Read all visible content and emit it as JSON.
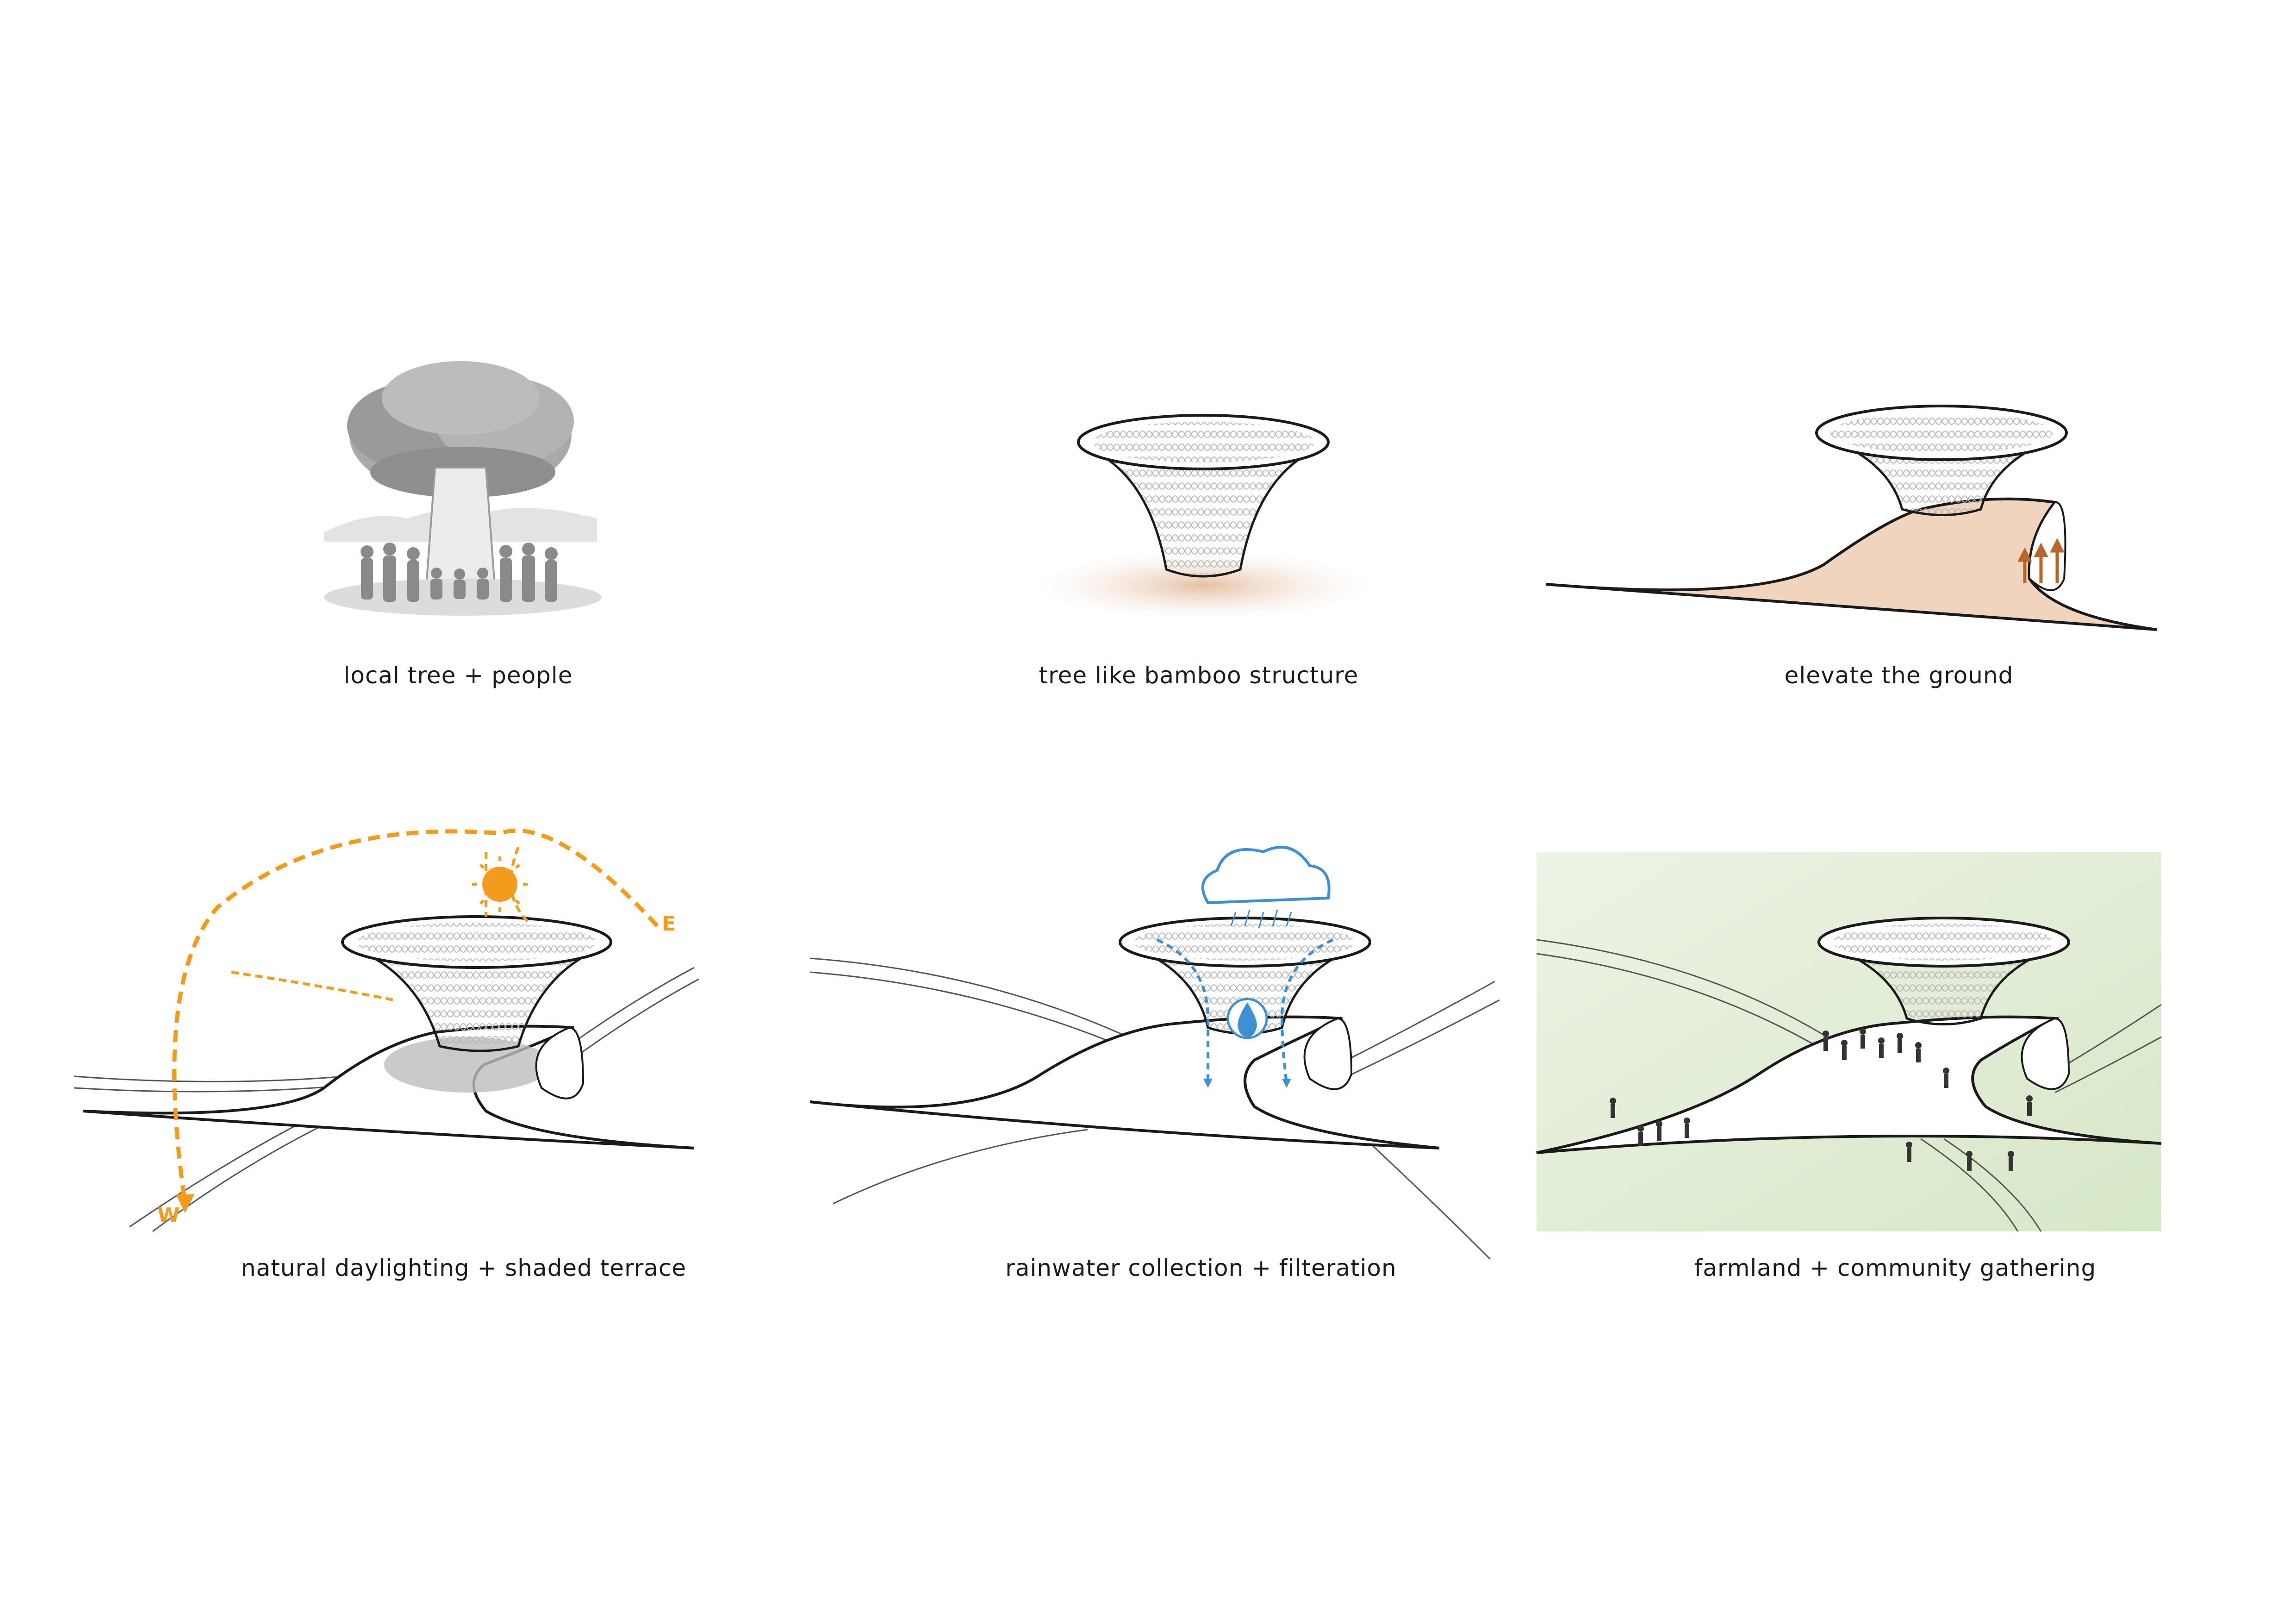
{
  "panels": [
    {
      "caption": "local tree + people"
    },
    {
      "caption": "tree like bamboo structure"
    },
    {
      "caption": "elevate the ground"
    },
    {
      "caption": "natural daylighting + shaded terrace",
      "sun_path_labels": {
        "east": "E",
        "west": "W"
      }
    },
    {
      "caption": "rainwater collection + filteration"
    },
    {
      "caption": "farmland + community gathering"
    }
  ],
  "colors": {
    "sun": "#f29b1d",
    "water": "#3f8fd4",
    "ground_fill": "#f0d4bd",
    "ground_arrows": "#b8652a",
    "farmland_fill": "#dfecd2",
    "line": "#1a1a1a"
  }
}
